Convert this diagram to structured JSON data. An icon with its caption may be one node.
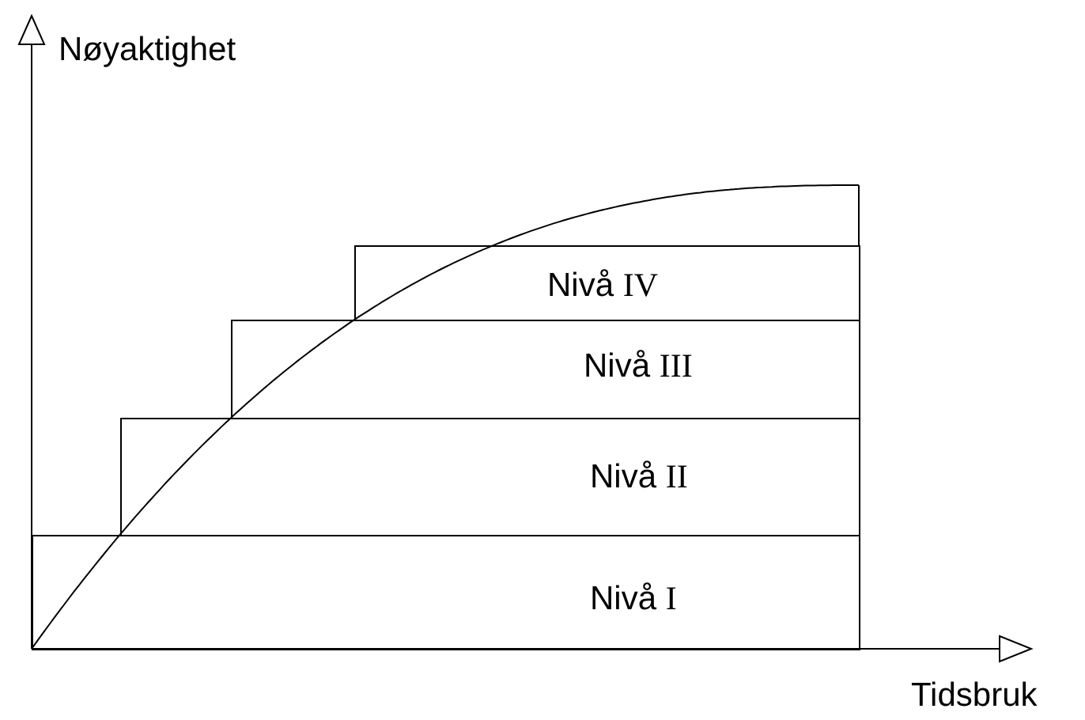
{
  "diagram": {
    "nodes": [
      {
        "text": [
          "Nivå IV"
        ]
      },
      {
        "text": [
          "Nivå III"
        ]
      },
      {
        "text": [
          "Nivå II"
        ]
      },
      {
        "text": [
          "Nivå I"
        ]
      }
    ],
    "labels": [
      "Nøyaktighet",
      "Tidsbruk"
    ]
  }
}
